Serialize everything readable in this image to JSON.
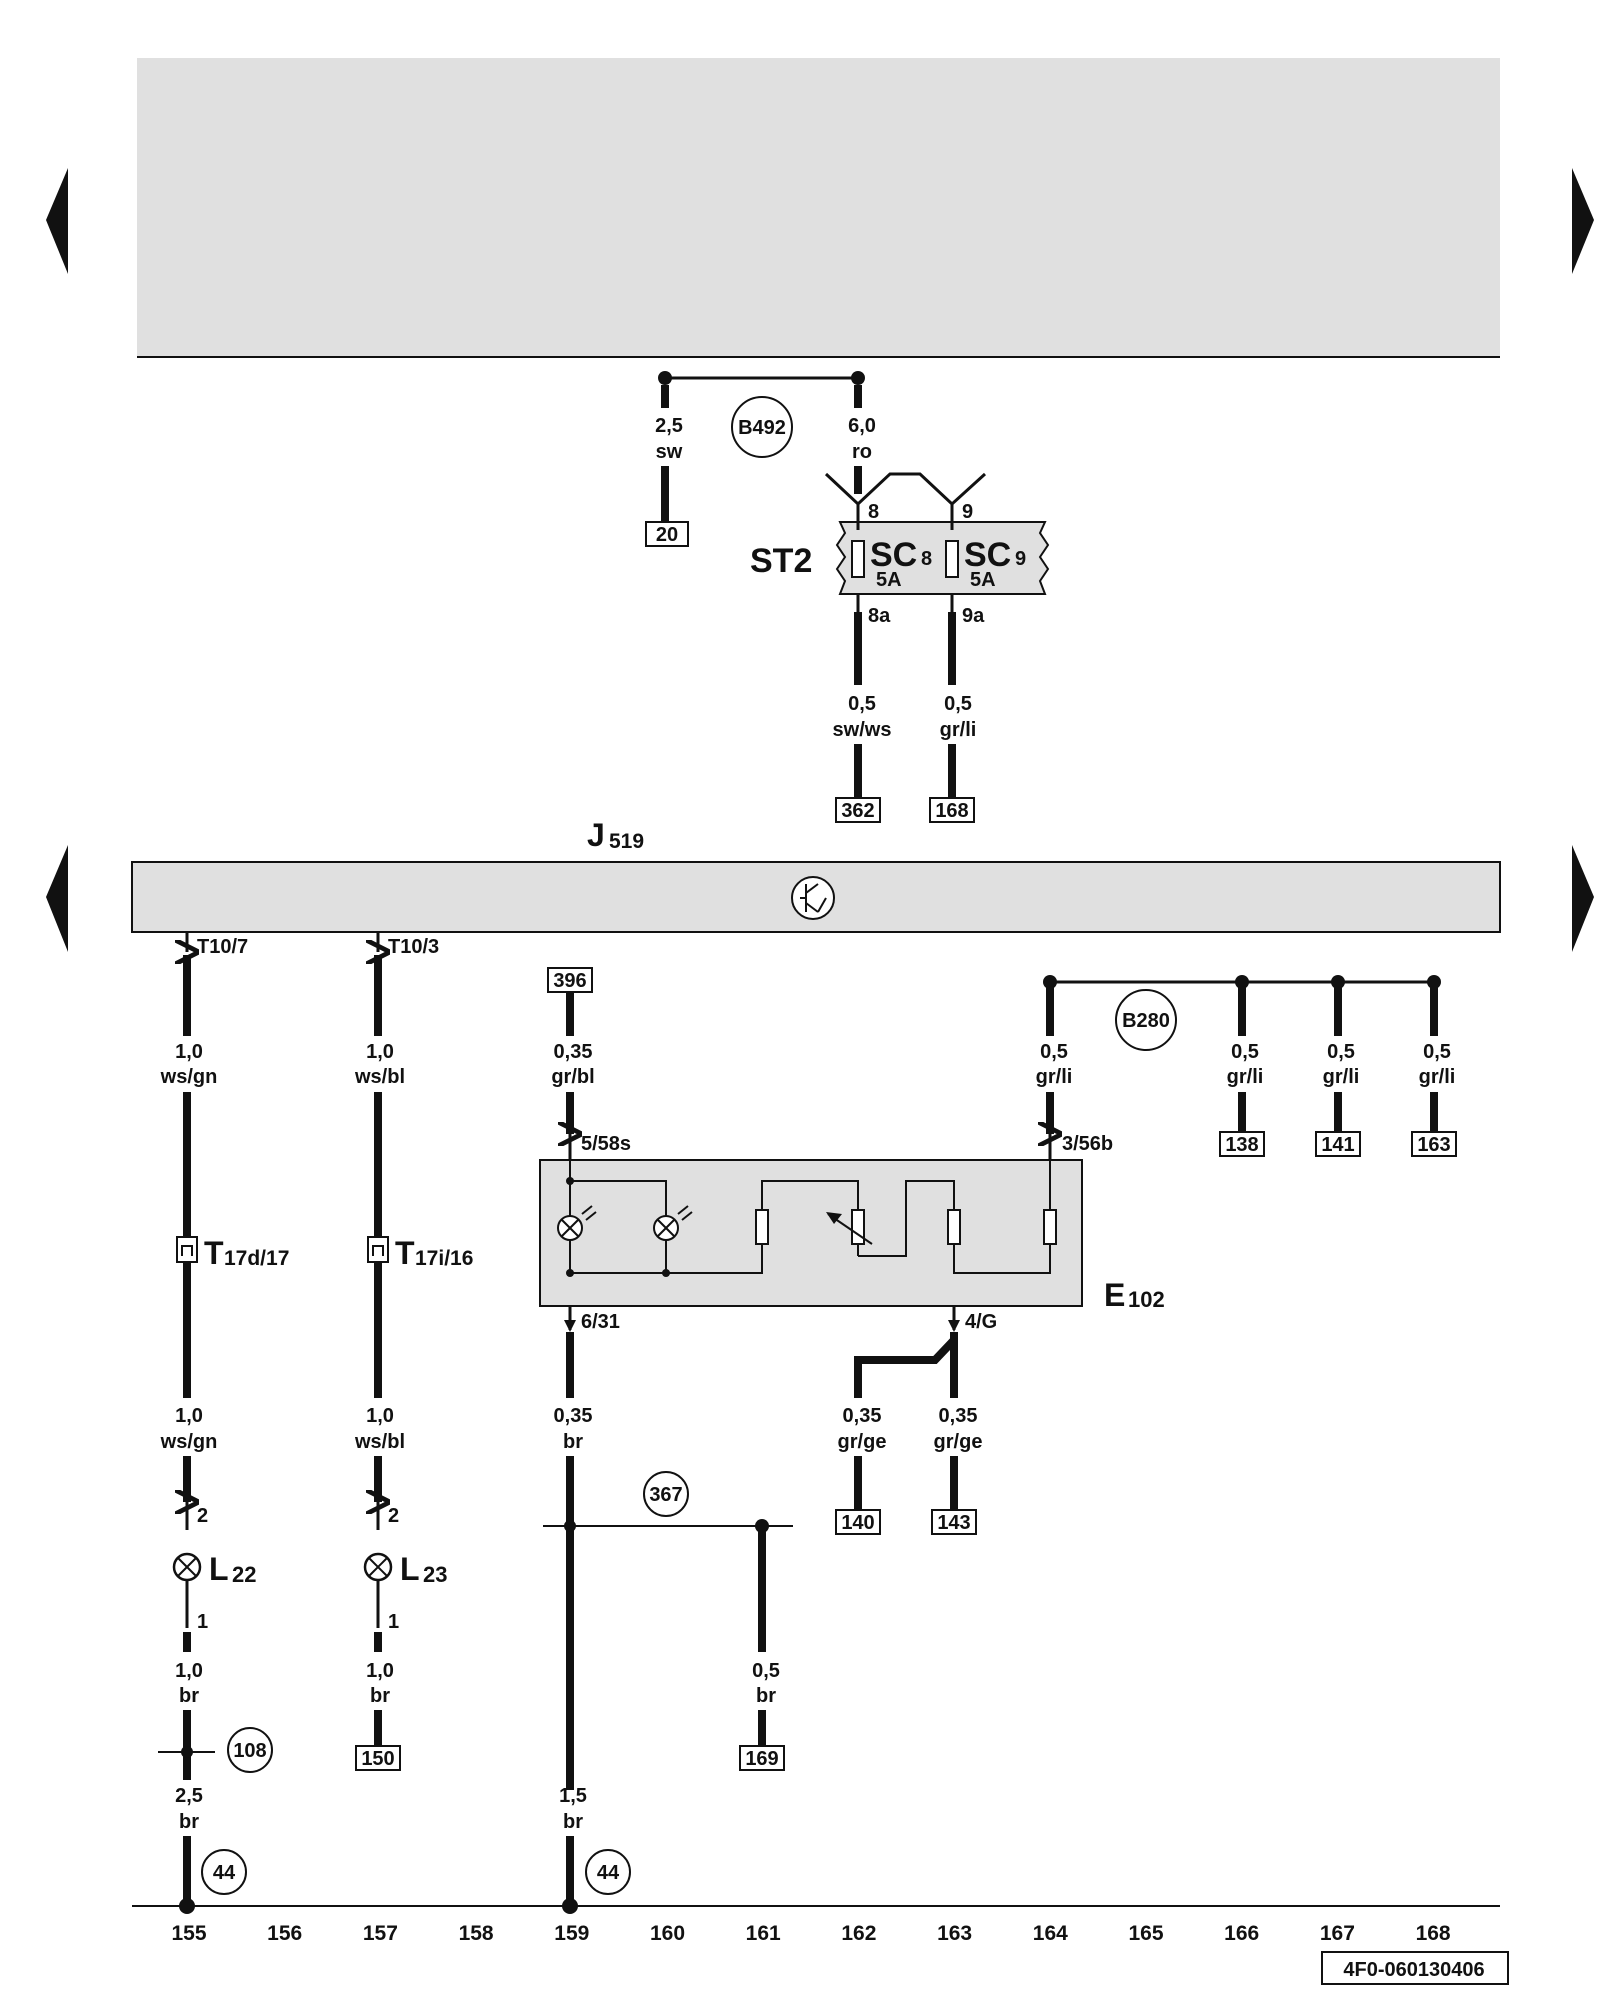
{
  "components": {
    "relay_panel": {
      "id": "",
      "label": ""
    },
    "fuse_holder": {
      "label": "ST2"
    },
    "fuse_sc8": {
      "name": "SC",
      "index": "8",
      "rating": "5A"
    },
    "fuse_sc9": {
      "name": "SC",
      "index": "9",
      "rating": "5A"
    },
    "control_unit": {
      "name": "J",
      "index": "519"
    },
    "switch_e102": {
      "name": "E",
      "index": "102"
    },
    "lamp_l22": {
      "name": "L",
      "index": "22"
    },
    "lamp_l23": {
      "name": "L",
      "index": "23"
    },
    "connector_t17d": {
      "name": "T",
      "index": "17d/17"
    },
    "connector_t17i": {
      "name": "T",
      "index": "17i/16"
    }
  },
  "terminals": {
    "fuse8_in": "8",
    "fuse9_in": "9",
    "fuse8_out": "8a",
    "fuse9_out": "9a",
    "j519_t10_7": "T10/7",
    "j519_t10_3": "T10/3",
    "e102_5": "5/58s",
    "e102_3": "3/56b",
    "e102_6": "6/31",
    "e102_4": "4/G",
    "l22_2": "2",
    "l22_1": "1",
    "l23_2": "2",
    "l23_1": "1"
  },
  "wires": {
    "w_top_left": {
      "size": "2,5",
      "color": "sw"
    },
    "w_top_right": {
      "size": "6,0",
      "color": "ro"
    },
    "w_fuse8_out": {
      "size": "0,5",
      "color": "sw/ws"
    },
    "w_fuse9_out": {
      "size": "0,5",
      "color": "gr/li"
    },
    "w155_top": {
      "size": "1,0",
      "color": "ws/gn"
    },
    "w157_top": {
      "size": "1,0",
      "color": "ws/bl"
    },
    "w159_top": {
      "size": "0,35",
      "color": "gr/bl"
    },
    "w164_top": {
      "size": "0,5",
      "color": "gr/li"
    },
    "w166_top": {
      "size": "0,5",
      "color": "gr/li"
    },
    "w167_top": {
      "size": "0,5",
      "color": "gr/li"
    },
    "w168_top": {
      "size": "0,5",
      "color": "gr/li"
    },
    "w155_mid": {
      "size": "1,0",
      "color": "ws/gn"
    },
    "w157_mid": {
      "size": "1,0",
      "color": "ws/bl"
    },
    "w159_mid": {
      "size": "0,35",
      "color": "br"
    },
    "w162_mid": {
      "size": "0,35",
      "color": "gr/ge"
    },
    "w163_mid": {
      "size": "0,35",
      "color": "gr/ge"
    },
    "w155_low": {
      "size": "1,0",
      "color": "br"
    },
    "w157_low": {
      "size": "1,0",
      "color": "br"
    },
    "w161_low": {
      "size": "0,5",
      "color": "br"
    },
    "w155_bot": {
      "size": "2,5",
      "color": "br"
    },
    "w159_bot": {
      "size": "1,5",
      "color": "br"
    }
  },
  "connections": {
    "c_b492": "B492",
    "c_b280": "B280",
    "c_367": "367",
    "c_108": "108",
    "c_44a": "44",
    "c_44b": "44"
  },
  "references": {
    "r20": "20",
    "r362": "362",
    "r168": "168",
    "r396": "396",
    "r138": "138",
    "r141": "141",
    "r163": "163",
    "r140": "140",
    "r143": "143",
    "r150": "150",
    "r169": "169"
  },
  "axis": {
    "tracks": [
      "155",
      "156",
      "157",
      "158",
      "159",
      "160",
      "161",
      "162",
      "163",
      "164",
      "165",
      "166",
      "167",
      "168"
    ]
  },
  "footer": {
    "code": "4F0-060130406"
  },
  "colors": {
    "panel": "#e0e0e0",
    "line": "#111111"
  }
}
